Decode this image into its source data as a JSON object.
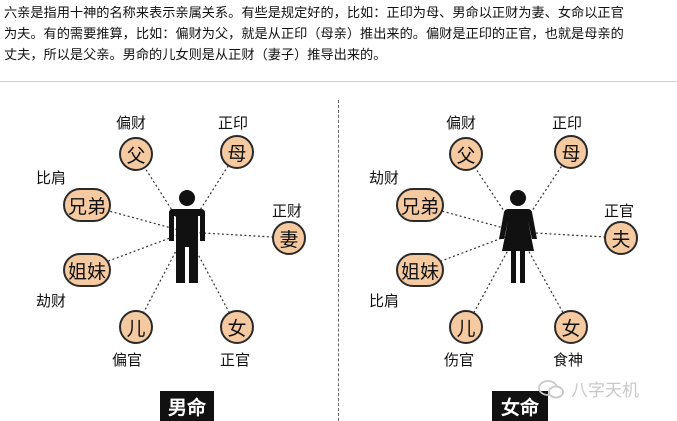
{
  "intro": {
    "line1": "六亲是指用十神的名称来表示亲属关系。有些是规定好的，比如：正印为母、男命以正财为妻、女命以正官",
    "line2": "为夫。有的需要推算，比如：偏财为父，就是从正印（母亲）推出来的。偏财是正印的正官，也就是母亲的",
    "line3": "丈夫，所以是父亲。男命的儿女则是从正财（妻子）推导出来的。"
  },
  "male": {
    "title": "男命",
    "nodes": {
      "father": {
        "text": "父",
        "label": "偏财"
      },
      "mother": {
        "text": "母",
        "label": "正印"
      },
      "brother": {
        "text": "兄弟",
        "label": "比肩"
      },
      "wife": {
        "text": "妻",
        "label": "正财"
      },
      "sister": {
        "text": "姐妹",
        "label": "劫财"
      },
      "son": {
        "text": "儿",
        "label": "偏官"
      },
      "daughter": {
        "text": "女",
        "label": "正官"
      }
    }
  },
  "female": {
    "title": "女命",
    "nodes": {
      "father": {
        "text": "父",
        "label": "偏财"
      },
      "mother": {
        "text": "母",
        "label": "正印"
      },
      "brother": {
        "text": "兄弟",
        "label": "劫财"
      },
      "husband": {
        "text": "夫",
        "label": "正官"
      },
      "sister": {
        "text": "姐妹",
        "label": "比肩"
      },
      "son": {
        "text": "儿",
        "label": "伤官"
      },
      "daughter": {
        "text": "女",
        "label": "食神"
      }
    }
  },
  "watermark": "八字天机",
  "colors": {
    "node_fill": "#f6caa0",
    "figure": "#111111"
  }
}
